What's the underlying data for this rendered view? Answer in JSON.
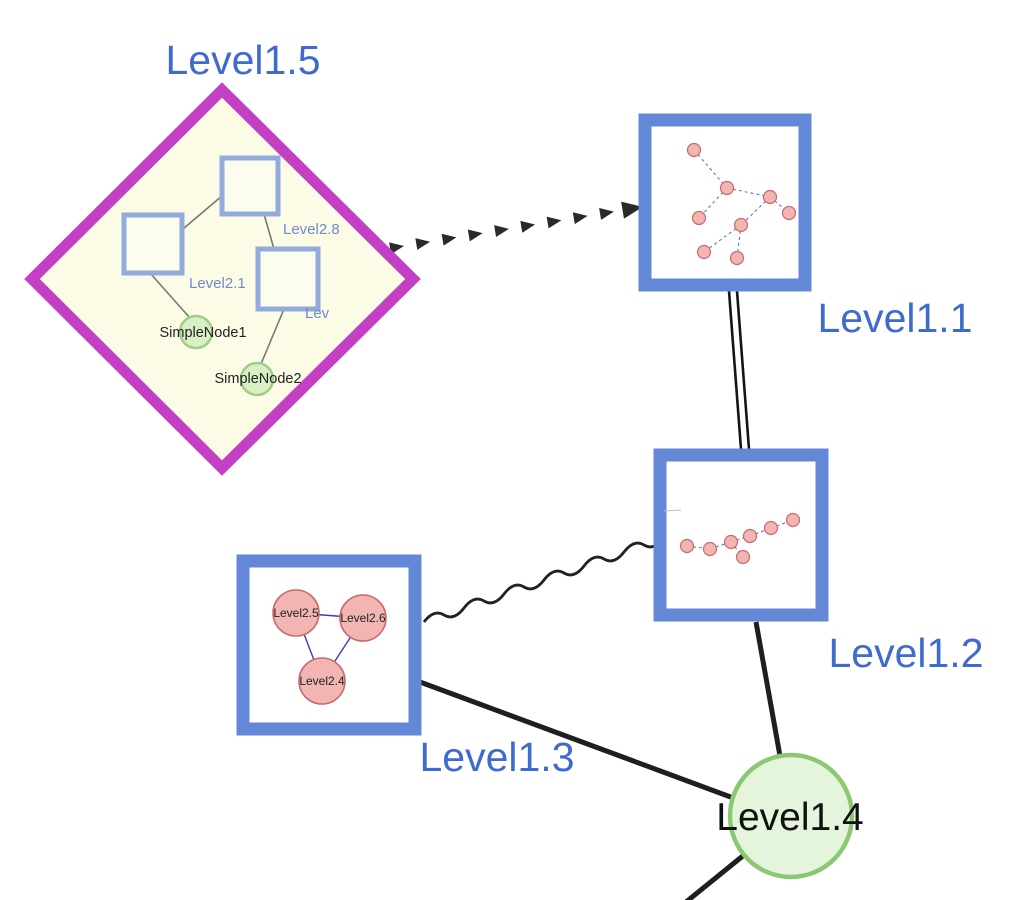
{
  "colors": {
    "label_blue": "#3f6bd0",
    "node_border_blue": "#6488d8",
    "inner_border_blue": "#93abdc",
    "inner_label_blue": "#6d89cf",
    "diamond_stroke": "#c33fc3",
    "diamond_fill": "#fcfce6",
    "green_fill": "#e4f5dc",
    "green_stroke": "#8cc873",
    "pink_fill": "#f2b5b2",
    "pink_stroke": "#c76a6a",
    "mini_edge_blue": "#5566cc",
    "edge_color": "#1f1f1f"
  },
  "nodes": {
    "level15": {
      "label": "Level1.5",
      "shape": "diamond"
    },
    "level11": {
      "label": "Level1.1",
      "shape": "square"
    },
    "level12": {
      "label": "Level1.2",
      "shape": "square"
    },
    "level13": {
      "label": "Level1.3",
      "shape": "square"
    },
    "level14": {
      "label": "Level1.4",
      "shape": "circle"
    }
  },
  "level15_contents": {
    "group_labels": [
      "Level2.8",
      "Level2.1",
      "Lev"
    ],
    "simple_nodes": [
      "SimpleNode1",
      "SimpleNode2"
    ]
  },
  "level13_contents": {
    "nodes": [
      "Level2.5",
      "Level2.6",
      "Level2.4"
    ]
  },
  "edges": [
    {
      "from": "Level1.5",
      "to": "Level1.1",
      "style": "dashed-arrow"
    },
    {
      "from": "Level1.1",
      "to": "Level1.2",
      "style": "double-line"
    },
    {
      "from": "Level1.3",
      "to": "Level1.2",
      "style": "wavy"
    },
    {
      "from": "Level1.3",
      "to": "Level1.4",
      "style": "solid"
    },
    {
      "from": "Level1.2",
      "to": "Level1.4",
      "style": "solid"
    },
    {
      "from": "Level1.4",
      "to": "offscreen",
      "style": "solid"
    }
  ]
}
